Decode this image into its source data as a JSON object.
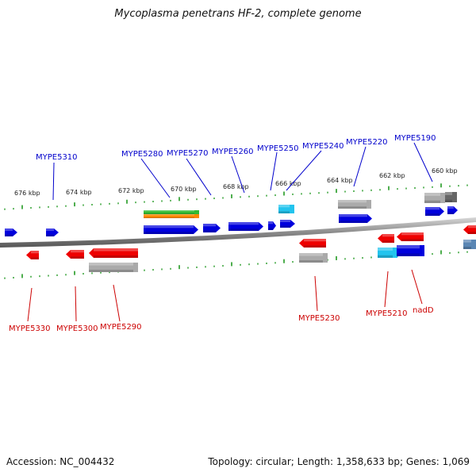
{
  "title": "Mycoplasma penetrans HF-2, complete genome",
  "accession": "Accession: NC_004432",
  "topology": "Topology: circular; Length: 1,358,633 bp; Genes: 1,069",
  "colors": {
    "forward_gene": "#0000dd",
    "reverse_gene": "#ee0000",
    "trna": "#22c4ee",
    "pseudo": "#aaaaaa",
    "pseudo_dark": "#666666",
    "rrna_green": "#33bb33",
    "rrna_orange": "#ff8800",
    "slate": "#5a86b4",
    "tick": "#229922",
    "backbone": "#8a8a8a",
    "forward_label": "#0000cc",
    "reverse_label": "#cc0000"
  },
  "kbp_ticks": [
    "676 kbp",
    "674 kbp",
    "672 kbp",
    "670 kbp",
    "668 kbp",
    "666 kbp",
    "664 kbp",
    "662 kbp",
    "660 kbp"
  ],
  "forward_labels": [
    "MYPE5310",
    "MYPE5280",
    "MYPE5270",
    "MYPE5260",
    "MYPE5250",
    "MYPE5240",
    "MYPE5220",
    "MYPE5190"
  ],
  "reverse_labels": [
    "MYPE5330",
    "MYPE5300",
    "MYPE5290",
    "MYPE5230",
    "MYPE5210",
    "nadD"
  ]
}
